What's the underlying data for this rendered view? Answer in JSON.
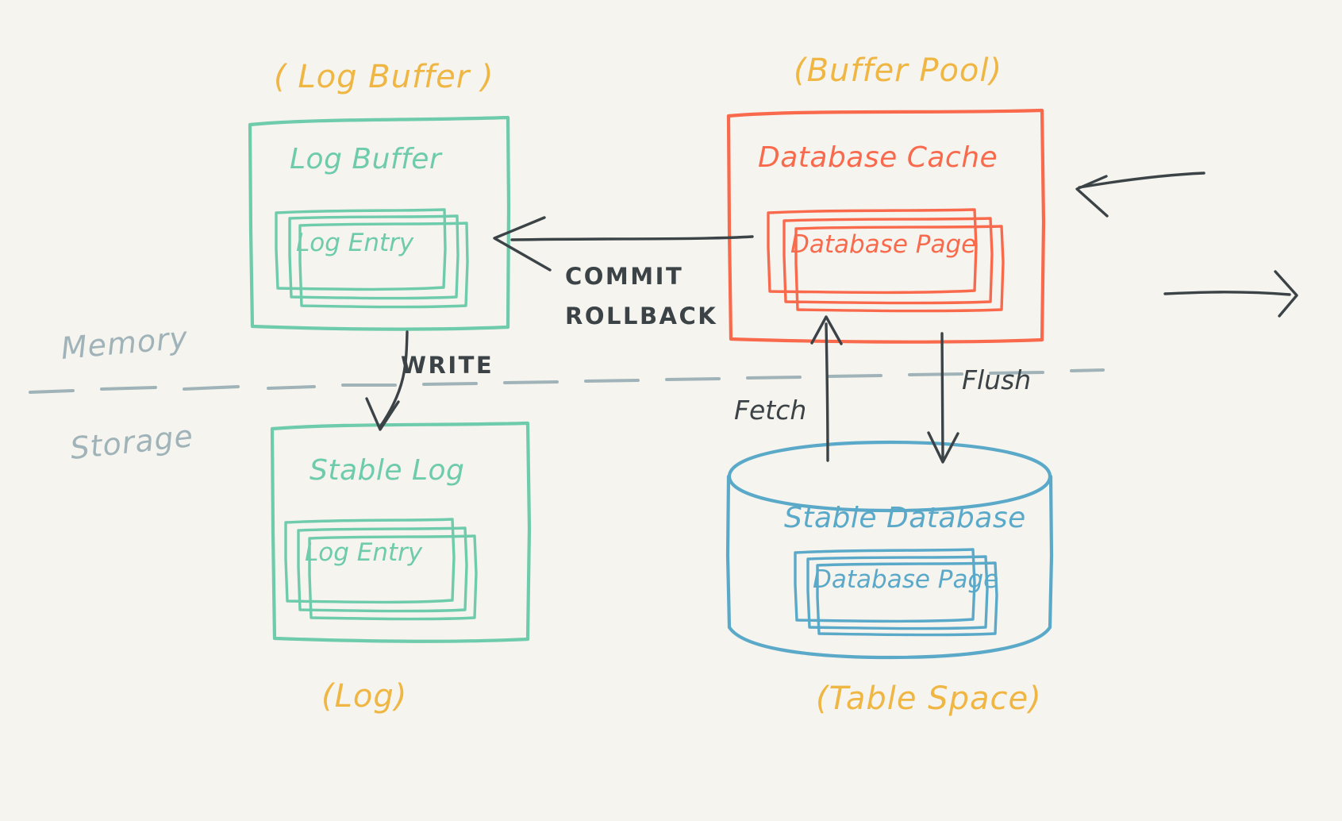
{
  "diagram": {
    "title_hidden": "Database buffer pool and log buffer architecture",
    "background_color": "#f5f4ef",
    "palette": {
      "green": "#6ecbab",
      "orange": "#f96a4d",
      "blue": "#5ba9c9",
      "yellow": "#f0b643",
      "dark": "#3c4347",
      "gray": "#9fb3b8"
    }
  },
  "regions": {
    "memory_label": "Memory",
    "storage_label": "Storage"
  },
  "log_buffer_group": {
    "caption": "( Log Buffer )",
    "box_title": "Log Buffer",
    "item_label": "Log Entry"
  },
  "buffer_pool_group": {
    "caption": "(Buffer Pool)",
    "box_title": "Database Cache",
    "item_label": "Database Page"
  },
  "stable_log_group": {
    "caption": "(Log)",
    "box_title": "Stable Log",
    "item_label": "Log Entry"
  },
  "table_space_group": {
    "caption": "(Table Space)",
    "box_title": "Stable Database",
    "item_label": "Database Page"
  },
  "arrows": [
    {
      "name": "commit-rollback",
      "label_line1": "COMMIT",
      "label_line2": "ROLLBACK",
      "from": "Database Cache",
      "to": "Log Buffer"
    },
    {
      "name": "write",
      "label": "WRITE",
      "from": "Log Buffer",
      "to": "Stable Log"
    },
    {
      "name": "fetch",
      "label": "Fetch",
      "from": "Stable Database",
      "to": "Database Cache"
    },
    {
      "name": "flush",
      "label": "Flush",
      "from": "Database Cache",
      "to": "Stable Database"
    },
    {
      "name": "incoming-request",
      "label": "",
      "from": "external",
      "to": "Database Cache"
    },
    {
      "name": "outgoing-response",
      "label": "",
      "from": "Database Cache",
      "to": "external"
    }
  ]
}
